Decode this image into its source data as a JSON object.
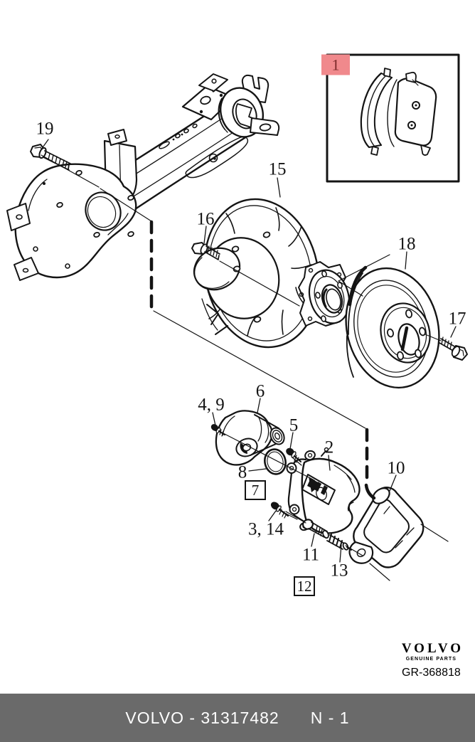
{
  "stamp": {
    "brand": "VOLVO",
    "subtitle": "GENUINE PARTS",
    "graphic_id": "GR-368818"
  },
  "footer": {
    "part_number_label": "VOLVO - 31317482",
    "sheet_label": "N - 1"
  },
  "callouts": [
    {
      "label": "1",
      "style": "highlighted"
    },
    {
      "label": "2",
      "style": "plain"
    },
    {
      "label": "3, 14",
      "style": "plain"
    },
    {
      "label": "4, 9",
      "style": "plain"
    },
    {
      "label": "5",
      "style": "plain"
    },
    {
      "label": "6",
      "style": "plain"
    },
    {
      "label": "7",
      "style": "boxed"
    },
    {
      "label": "8",
      "style": "plain"
    },
    {
      "label": "10",
      "style": "plain"
    },
    {
      "label": "11",
      "style": "plain"
    },
    {
      "label": "12",
      "style": "boxed"
    },
    {
      "label": "13",
      "style": "plain"
    },
    {
      "label": "15",
      "style": "plain"
    },
    {
      "label": "16",
      "style": "plain"
    },
    {
      "label": "17",
      "style": "plain"
    },
    {
      "label": "18",
      "style": "plain"
    },
    {
      "label": "19",
      "style": "plain"
    }
  ],
  "colors": {
    "highlight_bg": "#f0898c",
    "highlight_text": "#7c2a2a",
    "line": "#141414",
    "footer_bg": "#6a6a6a",
    "footer_text": "#ffffff",
    "background": "#ffffff"
  }
}
